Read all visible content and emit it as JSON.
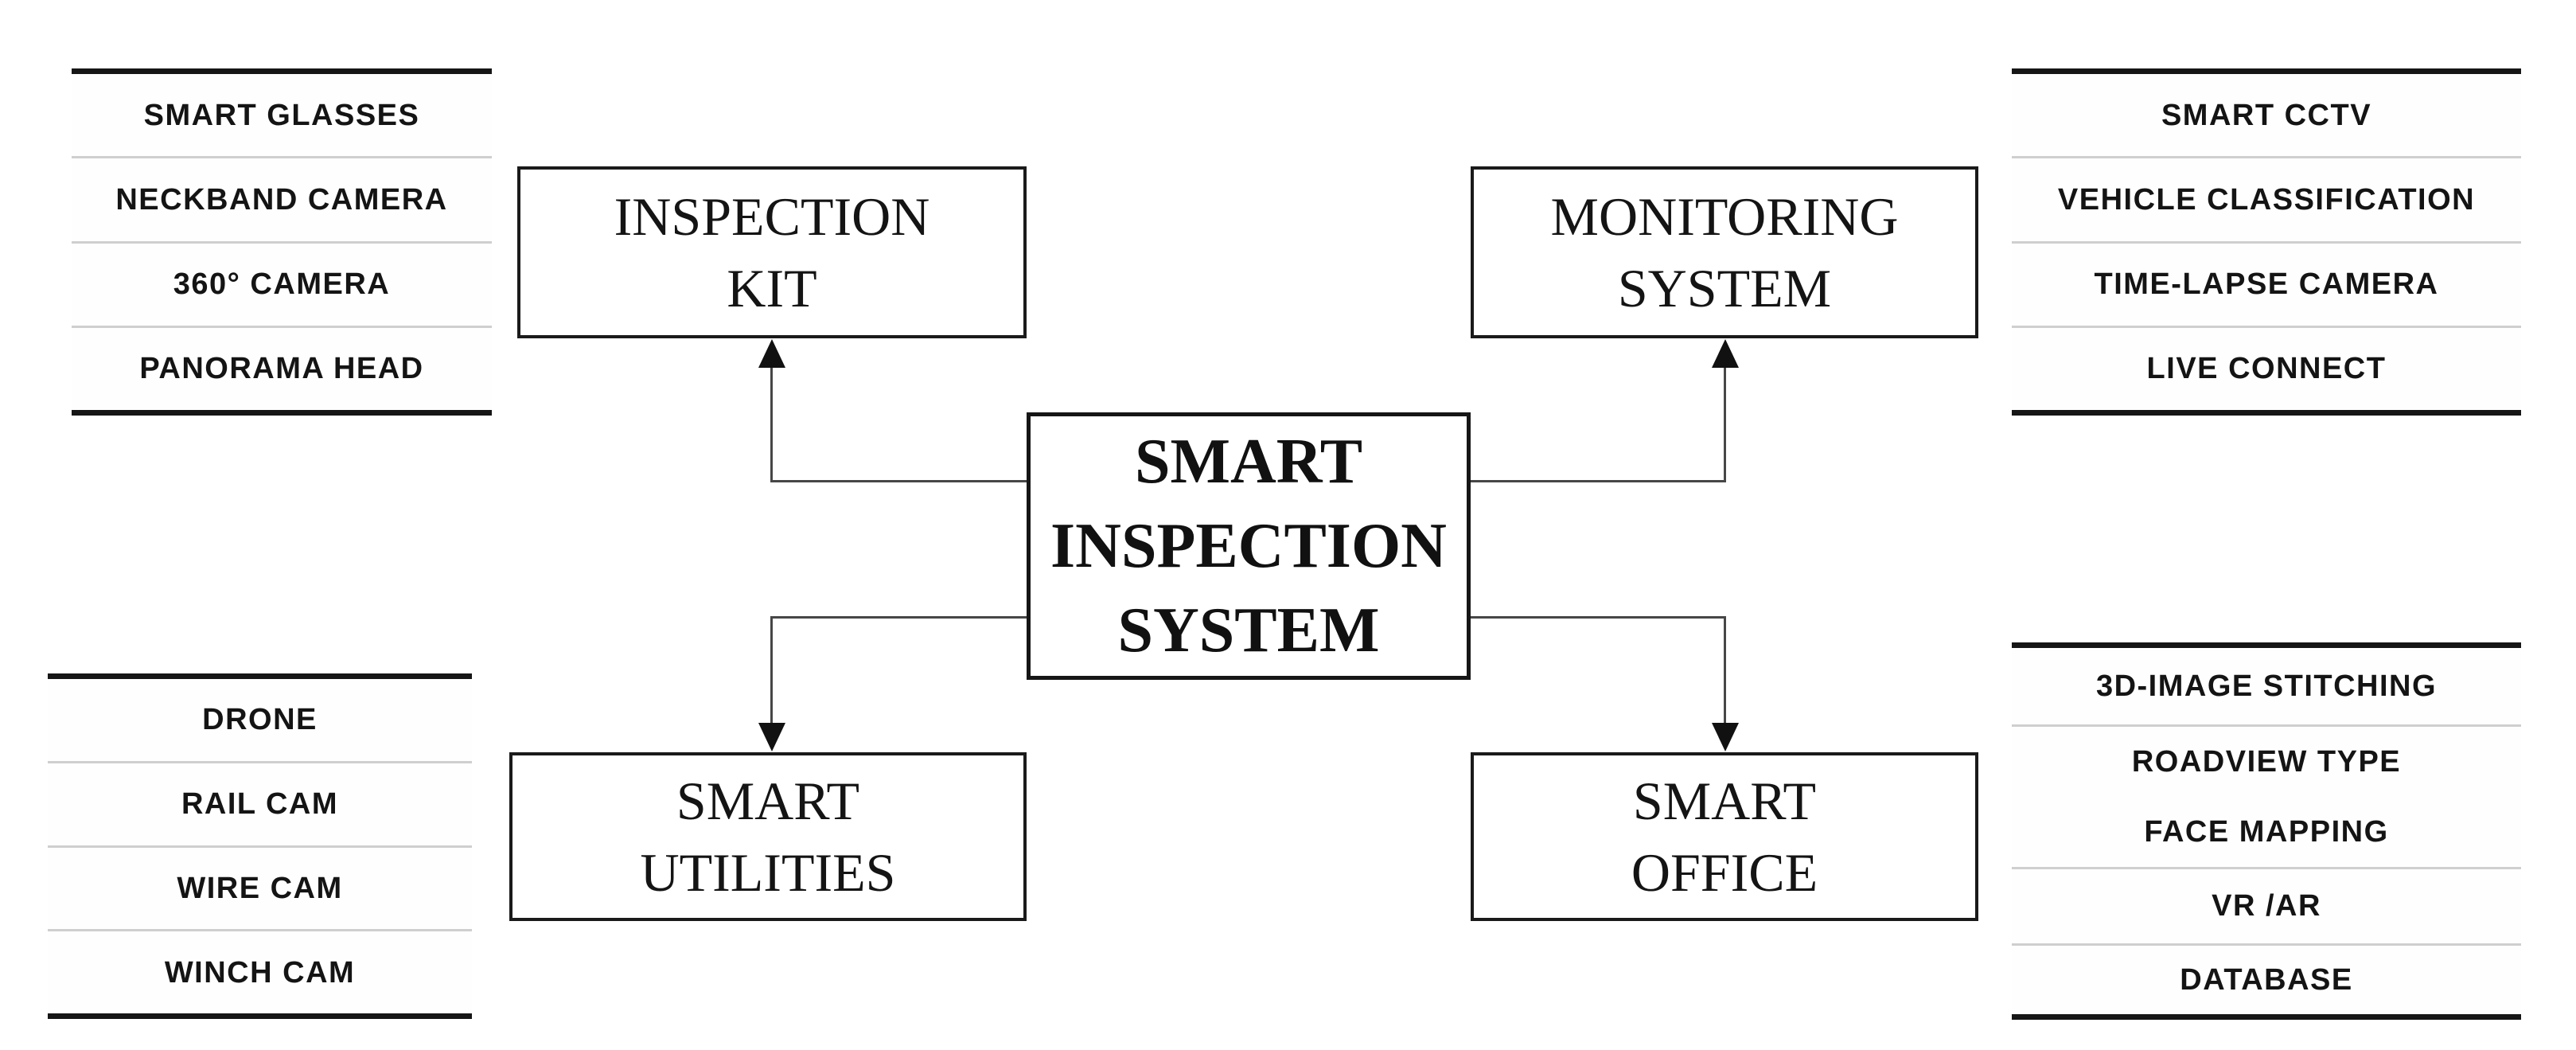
{
  "title": "SMART INSPECTION SYSTEM diagram",
  "colors": {
    "background": "#ffffff",
    "text": "#141414",
    "panel_border": "#161616",
    "panel_separator": "#cfcfcf",
    "box_border": "#1a1a1a",
    "connector": "#474747",
    "arrowhead": "#111111"
  },
  "center_node": {
    "lines": [
      "SMART",
      "INSPECTION",
      "SYSTEM"
    ]
  },
  "nodes": {
    "inspection_kit": {
      "lines": [
        "INSPECTION",
        "KIT"
      ]
    },
    "monitoring_system": {
      "lines": [
        "MONITORING",
        "SYSTEM"
      ]
    },
    "smart_utilities": {
      "lines": [
        "SMART",
        "UTILITIES"
      ]
    },
    "smart_office": {
      "lines": [
        "SMART",
        "OFFICE"
      ]
    }
  },
  "lists": {
    "inspection_kit_components": {
      "rows": [
        {
          "lines": [
            "SMART GLASSES"
          ]
        },
        {
          "lines": [
            "NECKBAND CAMERA"
          ]
        },
        {
          "lines": [
            "360° CAMERA"
          ]
        },
        {
          "lines": [
            "PANORAMA HEAD"
          ]
        }
      ]
    },
    "monitoring_system_components": {
      "rows": [
        {
          "lines": [
            "SMART CCTV"
          ]
        },
        {
          "lines": [
            "VEHICLE CLASSIFICATION"
          ]
        },
        {
          "lines": [
            "TIME-LAPSE CAMERA"
          ]
        },
        {
          "lines": [
            "LIVE CONNECT"
          ]
        }
      ]
    },
    "smart_utilities_components": {
      "rows": [
        {
          "lines": [
            "DRONE"
          ]
        },
        {
          "lines": [
            "RAIL CAM"
          ]
        },
        {
          "lines": [
            "WIRE CAM"
          ]
        },
        {
          "lines": [
            "WINCH CAM"
          ]
        }
      ]
    },
    "smart_office_components": {
      "rows": [
        {
          "lines": [
            "3D-IMAGE STITCHING"
          ]
        },
        {
          "lines": [
            "ROADVIEW TYPE",
            "FACE MAPPING"
          ]
        },
        {
          "lines": [
            "VR /AR"
          ]
        },
        {
          "lines": [
            "DATABASE"
          ]
        }
      ]
    }
  }
}
